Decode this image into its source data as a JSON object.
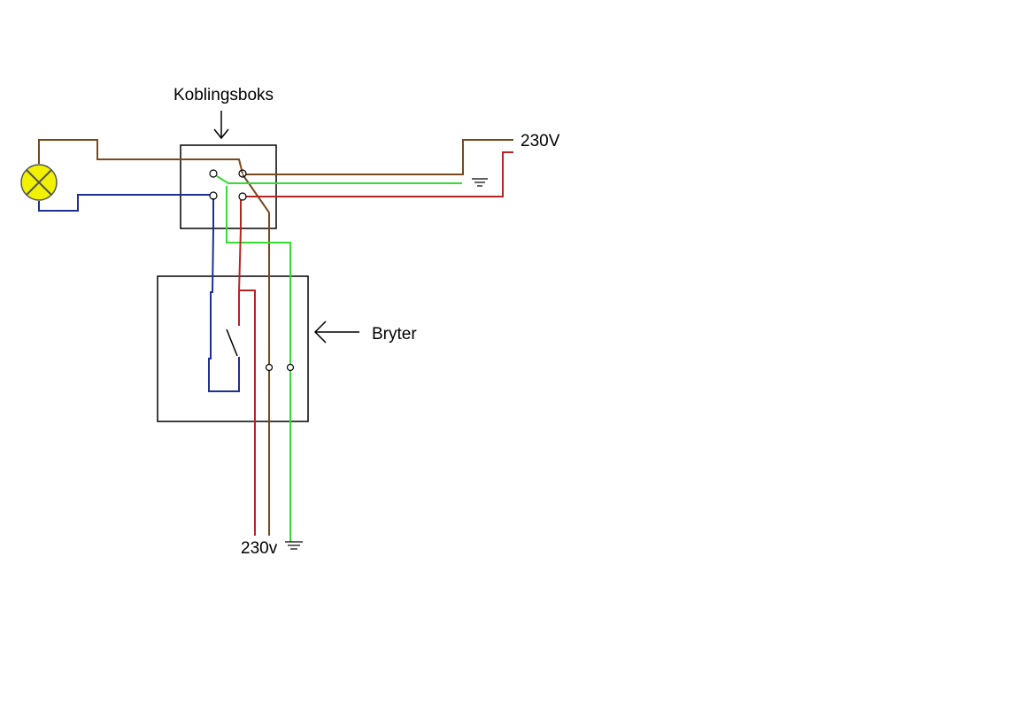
{
  "labels": {
    "junction_box": "Koblingsboks",
    "switch": "Bryter",
    "supply_top": "230V",
    "supply_bottom": "230v"
  },
  "colors": {
    "brown": "#7a4a1c",
    "blue": "#1e2f96",
    "green": "#33dd33",
    "red": "#bb2222",
    "lamp_fill": "#f2f200",
    "line": "#000000"
  },
  "icons": {
    "lamp": "lamp-icon",
    "ground": "ground-icon",
    "arrow": "arrow-icon"
  }
}
